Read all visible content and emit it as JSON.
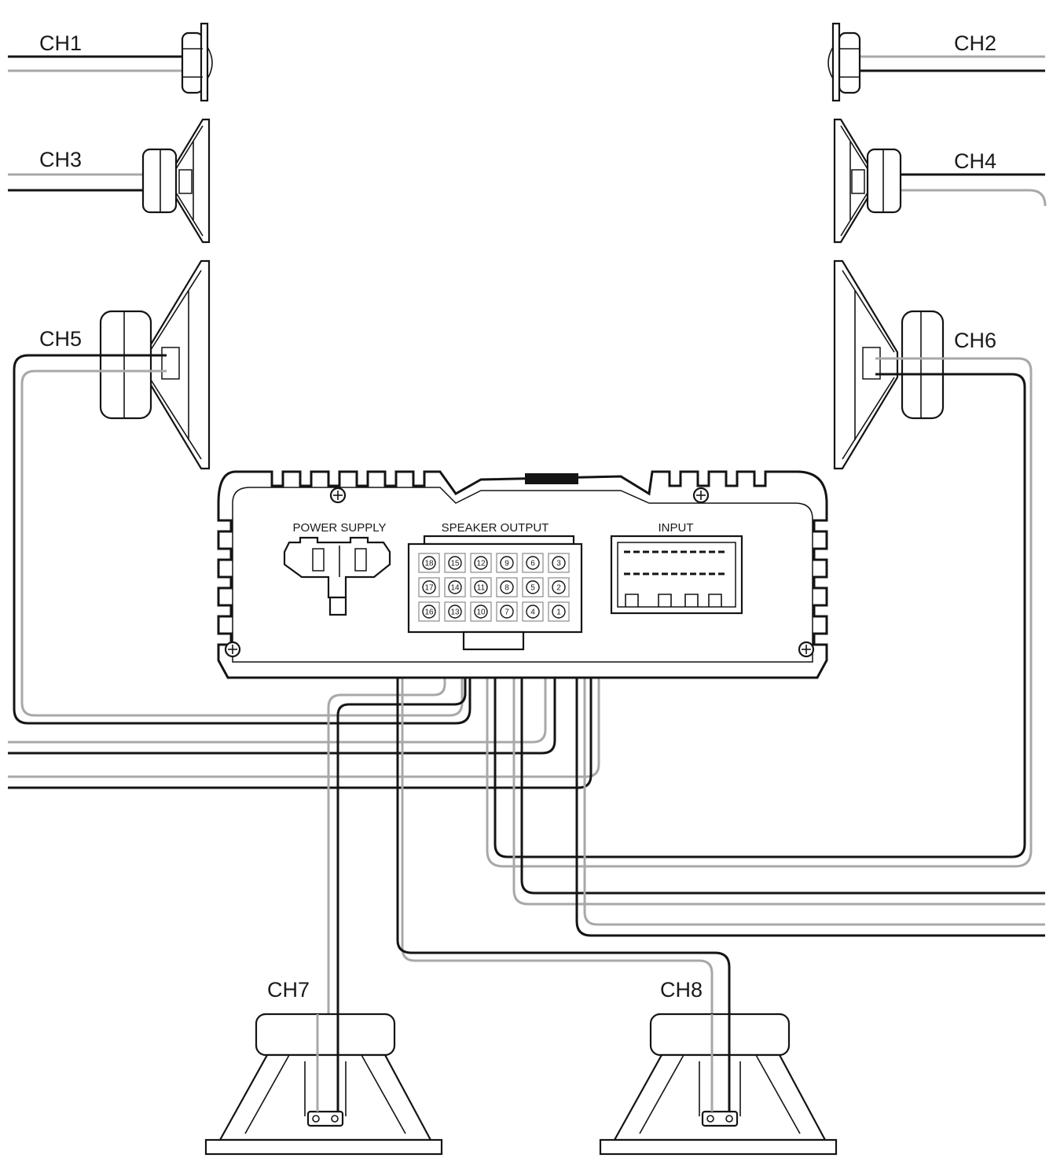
{
  "channels": {
    "ch1": "CH1",
    "ch2": "CH2",
    "ch3": "CH3",
    "ch4": "CH4",
    "ch5": "CH5",
    "ch6": "CH6",
    "ch7": "CH7",
    "ch8": "CH8"
  },
  "amplifier": {
    "power_supply": "POWER SUPPLY",
    "speaker_output": "SPEAKER OUTPUT",
    "input": "INPUT",
    "terminals": [
      [
        "18",
        "15",
        "12",
        "9",
        "6",
        "3"
      ],
      [
        "17",
        "14",
        "11",
        "8",
        "5",
        "2"
      ],
      [
        "16",
        "13",
        "10",
        "7",
        "4",
        "1"
      ]
    ]
  },
  "colors": {
    "wire_dark": "#141414",
    "wire_light": "#a8a8a8"
  }
}
